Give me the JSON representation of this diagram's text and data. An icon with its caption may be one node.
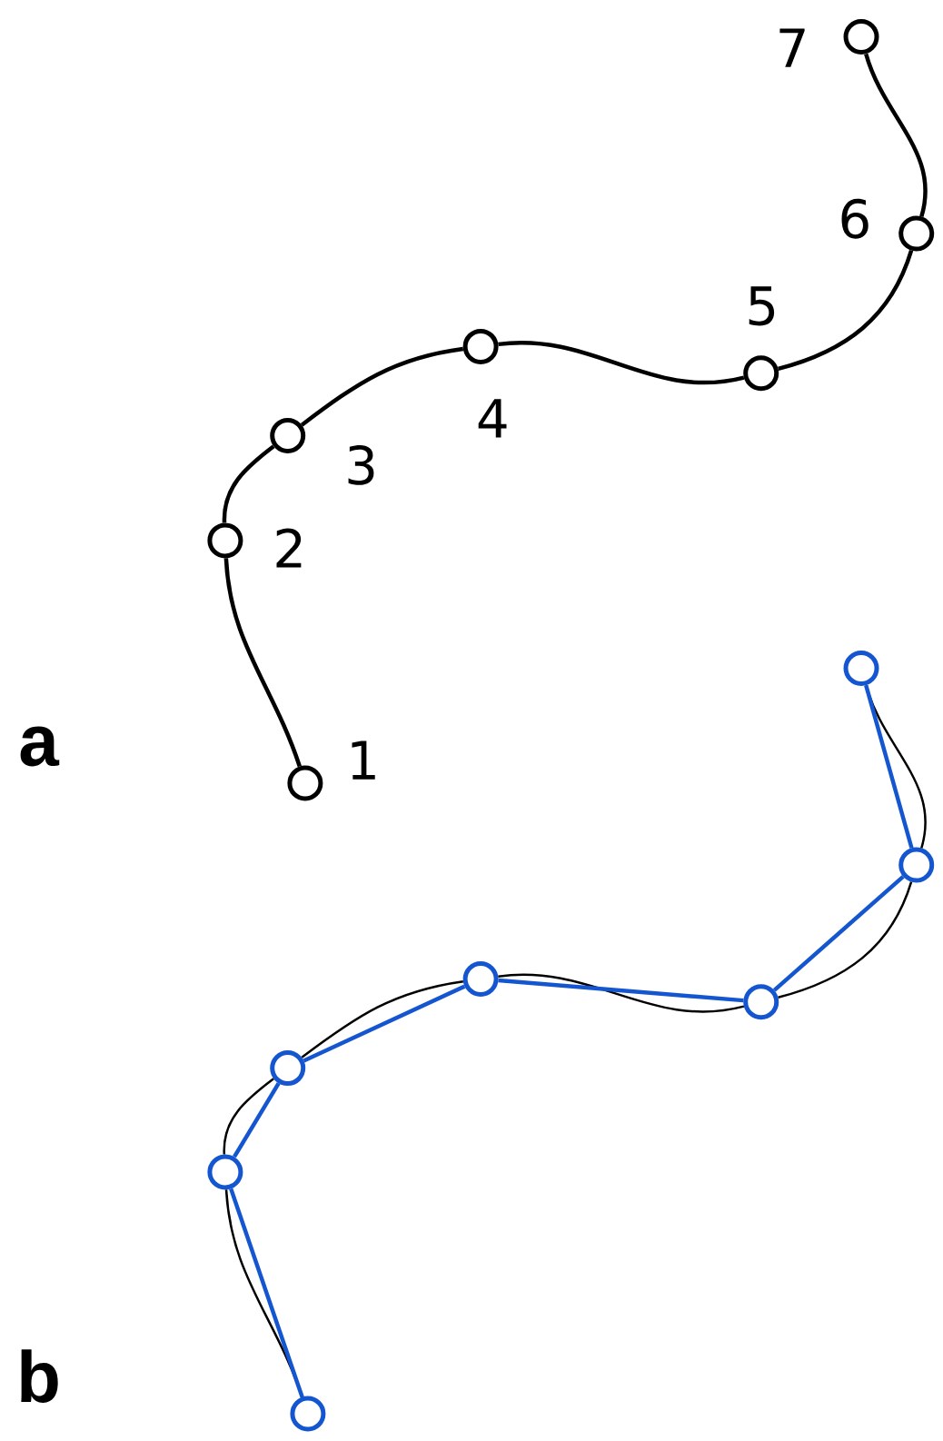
{
  "diagram": {
    "nodes": [
      {
        "text": [],
        "shape": "circle",
        "beside": [
          "1"
        ]
      },
      {
        "text": [],
        "shape": "circle",
        "beside": [
          "2"
        ]
      },
      {
        "text": [],
        "shape": "circle",
        "beside": [
          "3"
        ]
      },
      {
        "text": [],
        "shape": "circle",
        "beside": [
          "4"
        ]
      },
      {
        "text": [],
        "shape": "circle",
        "beside": [
          "5"
        ]
      },
      {
        "text": [],
        "shape": "circle",
        "beside": [
          "6"
        ]
      },
      {
        "text": [],
        "shape": "circle",
        "beside": [
          "7"
        ]
      },
      {
        "text": [],
        "shape": "circle"
      },
      {
        "text": [],
        "shape": "circle"
      },
      {
        "text": [],
        "shape": "circle"
      },
      {
        "text": [],
        "shape": "circle"
      },
      {
        "text": [],
        "shape": "circle"
      },
      {
        "text": [],
        "shape": "circle"
      },
      {
        "text": [],
        "shape": "circle"
      }
    ],
    "edges": [
      {
        "from": 0,
        "to": 1,
        "arrow": "none"
      },
      {
        "from": 1,
        "to": 2,
        "arrow": "none"
      },
      {
        "from": 2,
        "to": 3,
        "arrow": "none"
      },
      {
        "from": 3,
        "to": 4,
        "arrow": "none"
      },
      {
        "from": 4,
        "to": 5,
        "arrow": "none"
      },
      {
        "from": 5,
        "to": 6,
        "arrow": "none"
      },
      {
        "from": 7,
        "to": 8,
        "arrow": "none"
      },
      {
        "from": 8,
        "to": 9,
        "arrow": "none"
      },
      {
        "from": 9,
        "to": 10,
        "arrow": "none"
      },
      {
        "from": 10,
        "to": 11,
        "arrow": "none"
      },
      {
        "from": 11,
        "to": 12,
        "arrow": "none"
      },
      {
        "from": 12,
        "to": 13,
        "arrow": "none"
      },
      {
        "from": 7,
        "to": 8,
        "arrow": "none",
        "color": "#1455d0"
      },
      {
        "from": 8,
        "to": 9,
        "arrow": "none",
        "color": "#1455d0"
      },
      {
        "from": 9,
        "to": 10,
        "arrow": "none",
        "color": "#1455d0"
      },
      {
        "from": 10,
        "to": 11,
        "arrow": "none",
        "color": "#1455d0"
      },
      {
        "from": 11,
        "to": 12,
        "arrow": "none",
        "color": "#1455d0"
      },
      {
        "from": 12,
        "to": 13,
        "arrow": "none",
        "color": "#1455d0"
      }
    ],
    "labels": [
      "a",
      "b"
    ]
  }
}
